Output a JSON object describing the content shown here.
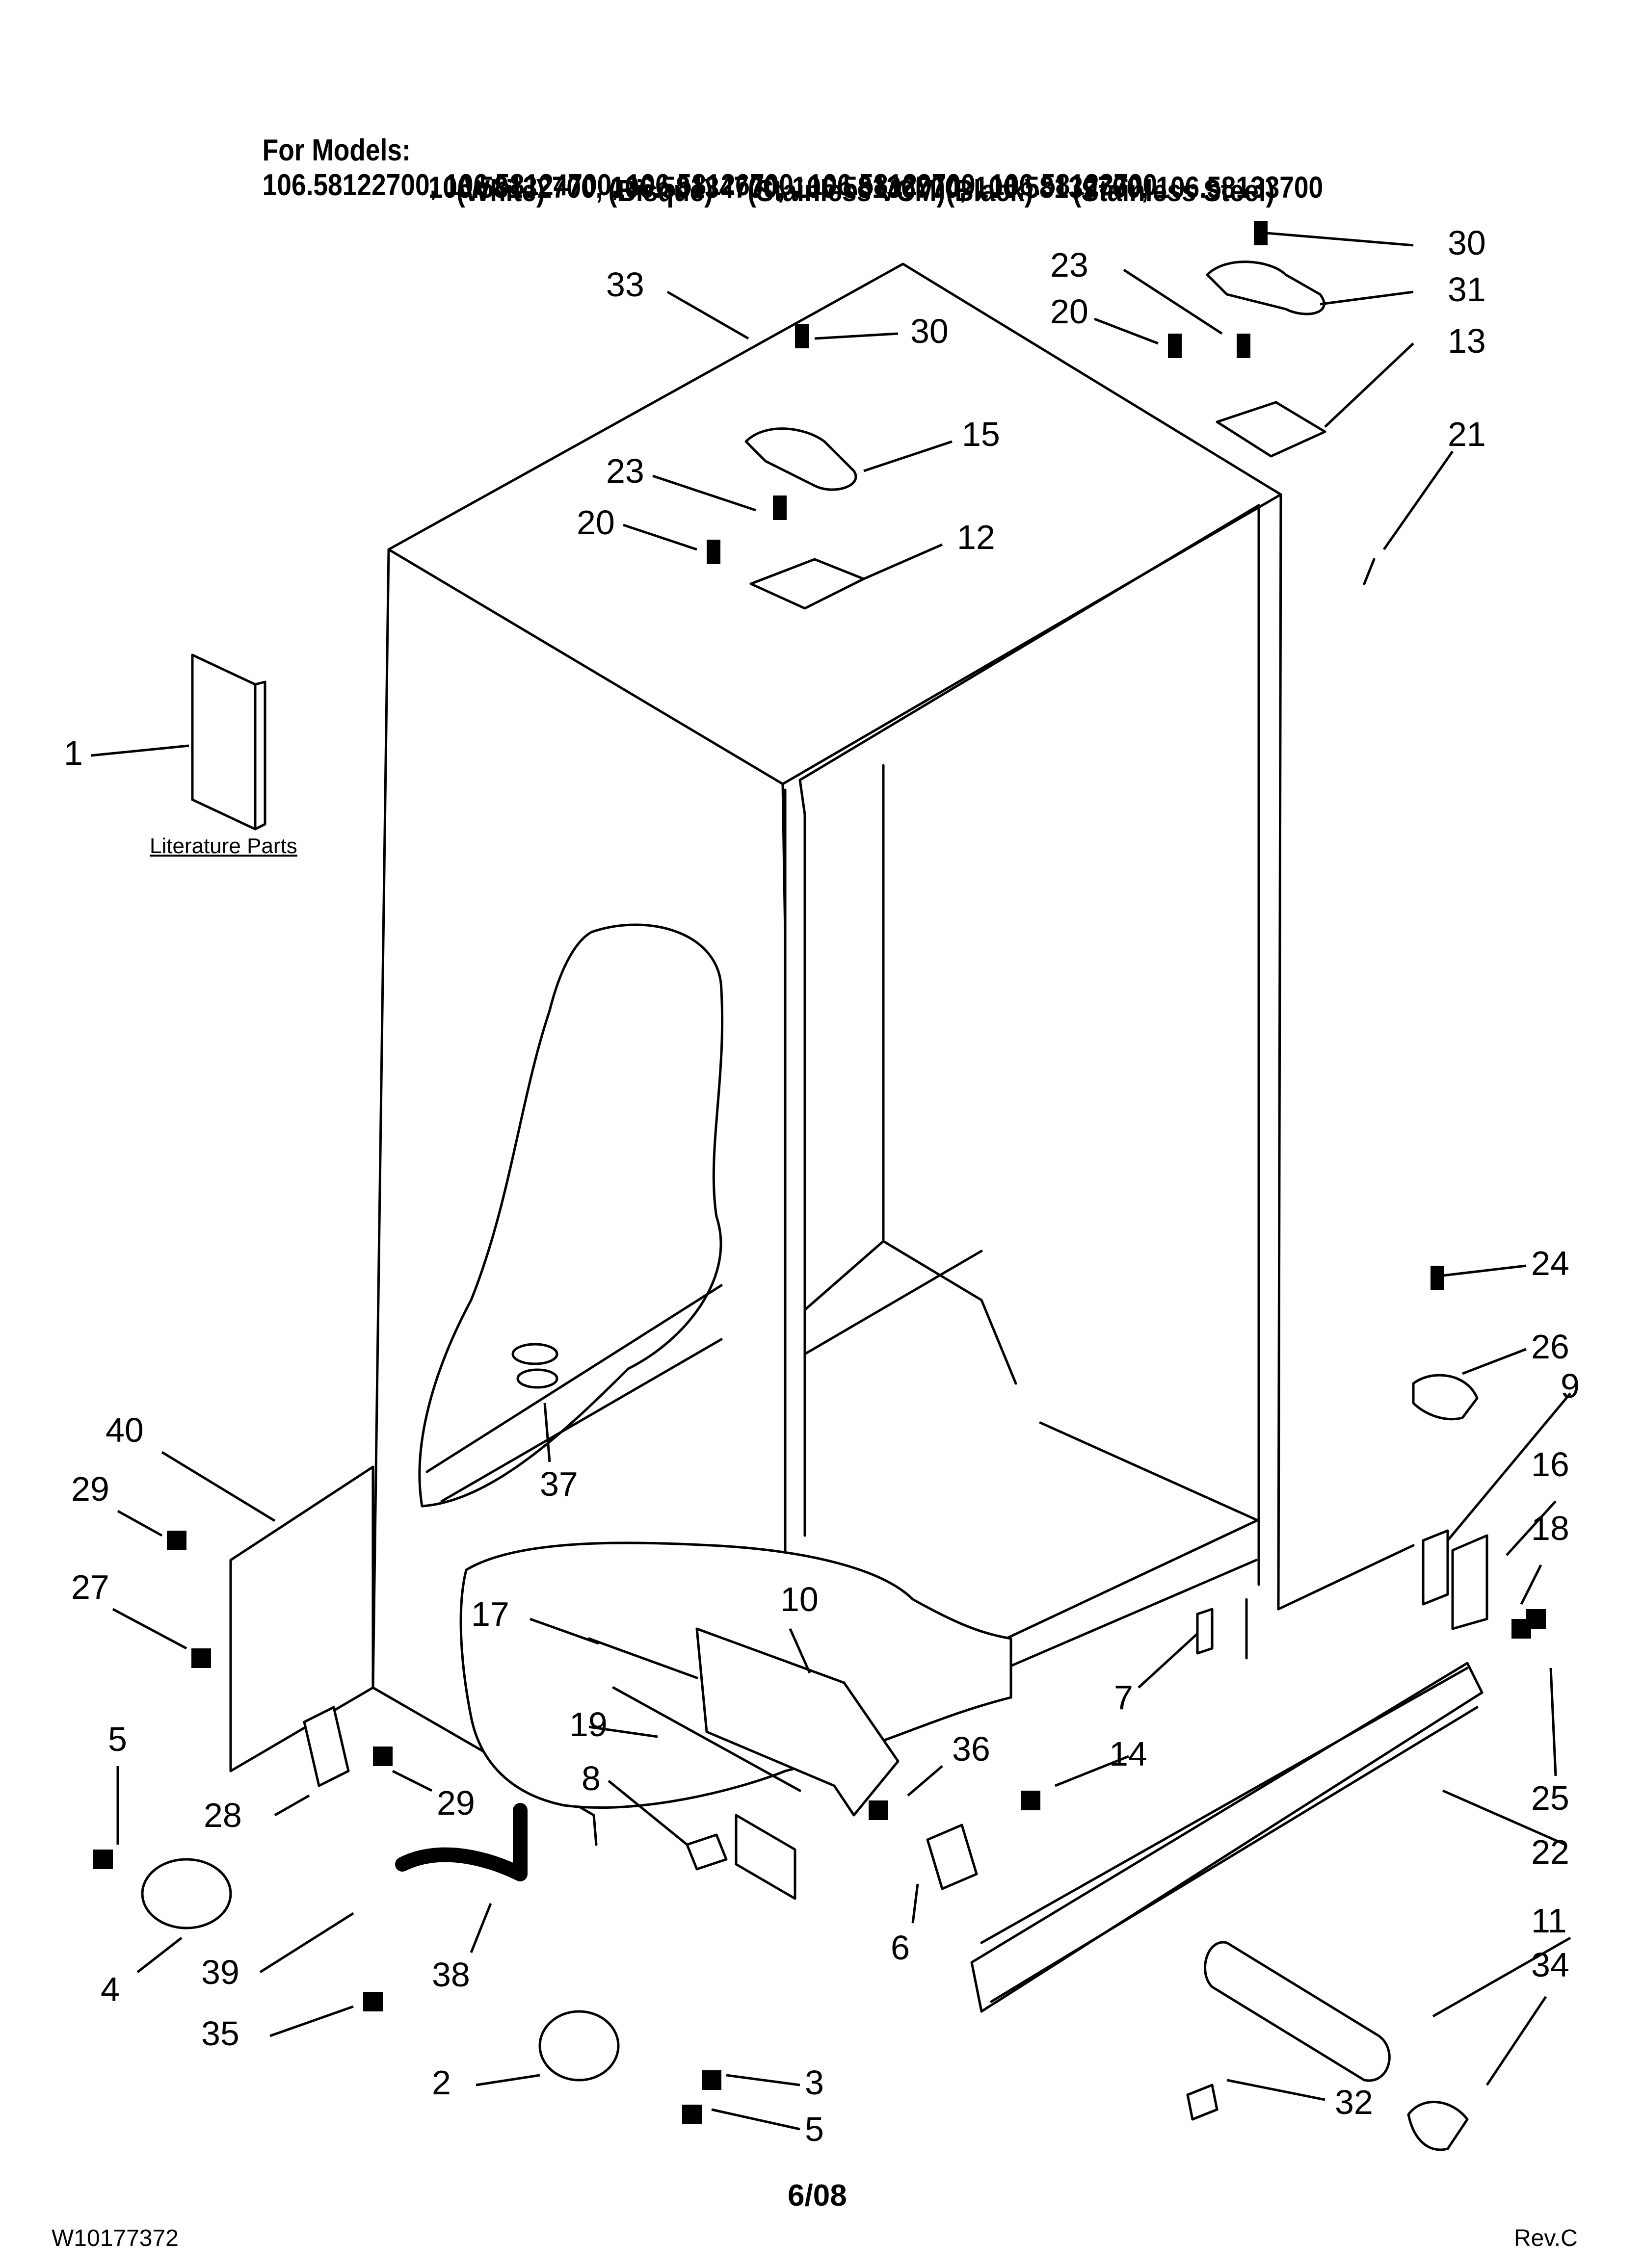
{
  "header": {
    "label": "For Models:",
    "row1": "106.58122700, 106.58124700, 106.58126700, 106.58129700, 106.58123700",
    "row2": "106.58132700, 106.58134700, 106.58136700, 106.58139700, 106.58133700",
    "variants": [
      "(White)",
      "(Bisque)",
      "(Stainless VCM)",
      "(Black)",
      "(Stainless Steel)"
    ]
  },
  "literature_label": "Literature Parts",
  "callouts": [
    "33",
    "30",
    "15",
    "23",
    "20",
    "12",
    "30",
    "31",
    "23",
    "20",
    "13",
    "21",
    "1",
    "24",
    "26",
    "9",
    "16",
    "18",
    "25",
    "22",
    "11",
    "34",
    "32",
    "40",
    "29",
    "27",
    "37",
    "10",
    "17",
    "19",
    "8",
    "36",
    "14",
    "7",
    "6",
    "5",
    "28",
    "29",
    "4",
    "39",
    "38",
    "35",
    "2",
    "3",
    "5"
  ],
  "footer": {
    "doc_number": "W10177372",
    "date": "6/08",
    "revision": "Rev.C"
  }
}
